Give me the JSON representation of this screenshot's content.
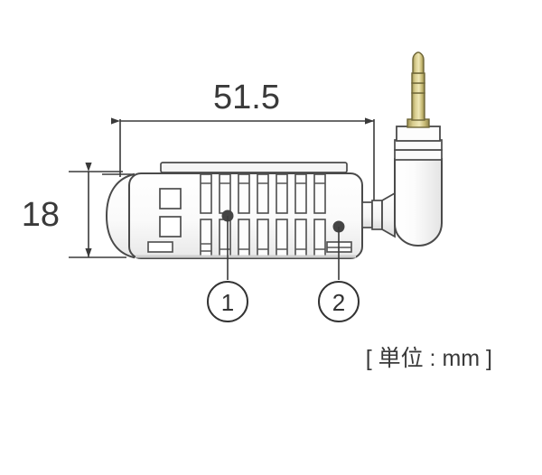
{
  "figure": {
    "title": "product-dimension-drawing",
    "background_color": "#ffffff",
    "line_color": "#3a3a3a",
    "body_color": "#f7f7f7",
    "pin_color": "#c9bb73"
  },
  "dimensions": {
    "length": {
      "value": "51.5",
      "orientation": "horizontal",
      "label_name": "length-dimension-label"
    },
    "height": {
      "value": "18",
      "orientation": "vertical",
      "label_name": "height-dimension-label"
    }
  },
  "callouts": [
    {
      "id": "1",
      "label": "1",
      "name": "callout-marker-1"
    },
    {
      "id": "2",
      "label": "2",
      "name": "callout-marker-2"
    }
  ],
  "notes": {
    "unit_note": "[ 単位 : mm ]"
  },
  "device": {
    "name": "usb-sensor-dongle",
    "vent_rows": 2,
    "vent_slots_per_row": 7,
    "connector": "3.5mm right-angle plug",
    "lanyard_hole": true
  }
}
